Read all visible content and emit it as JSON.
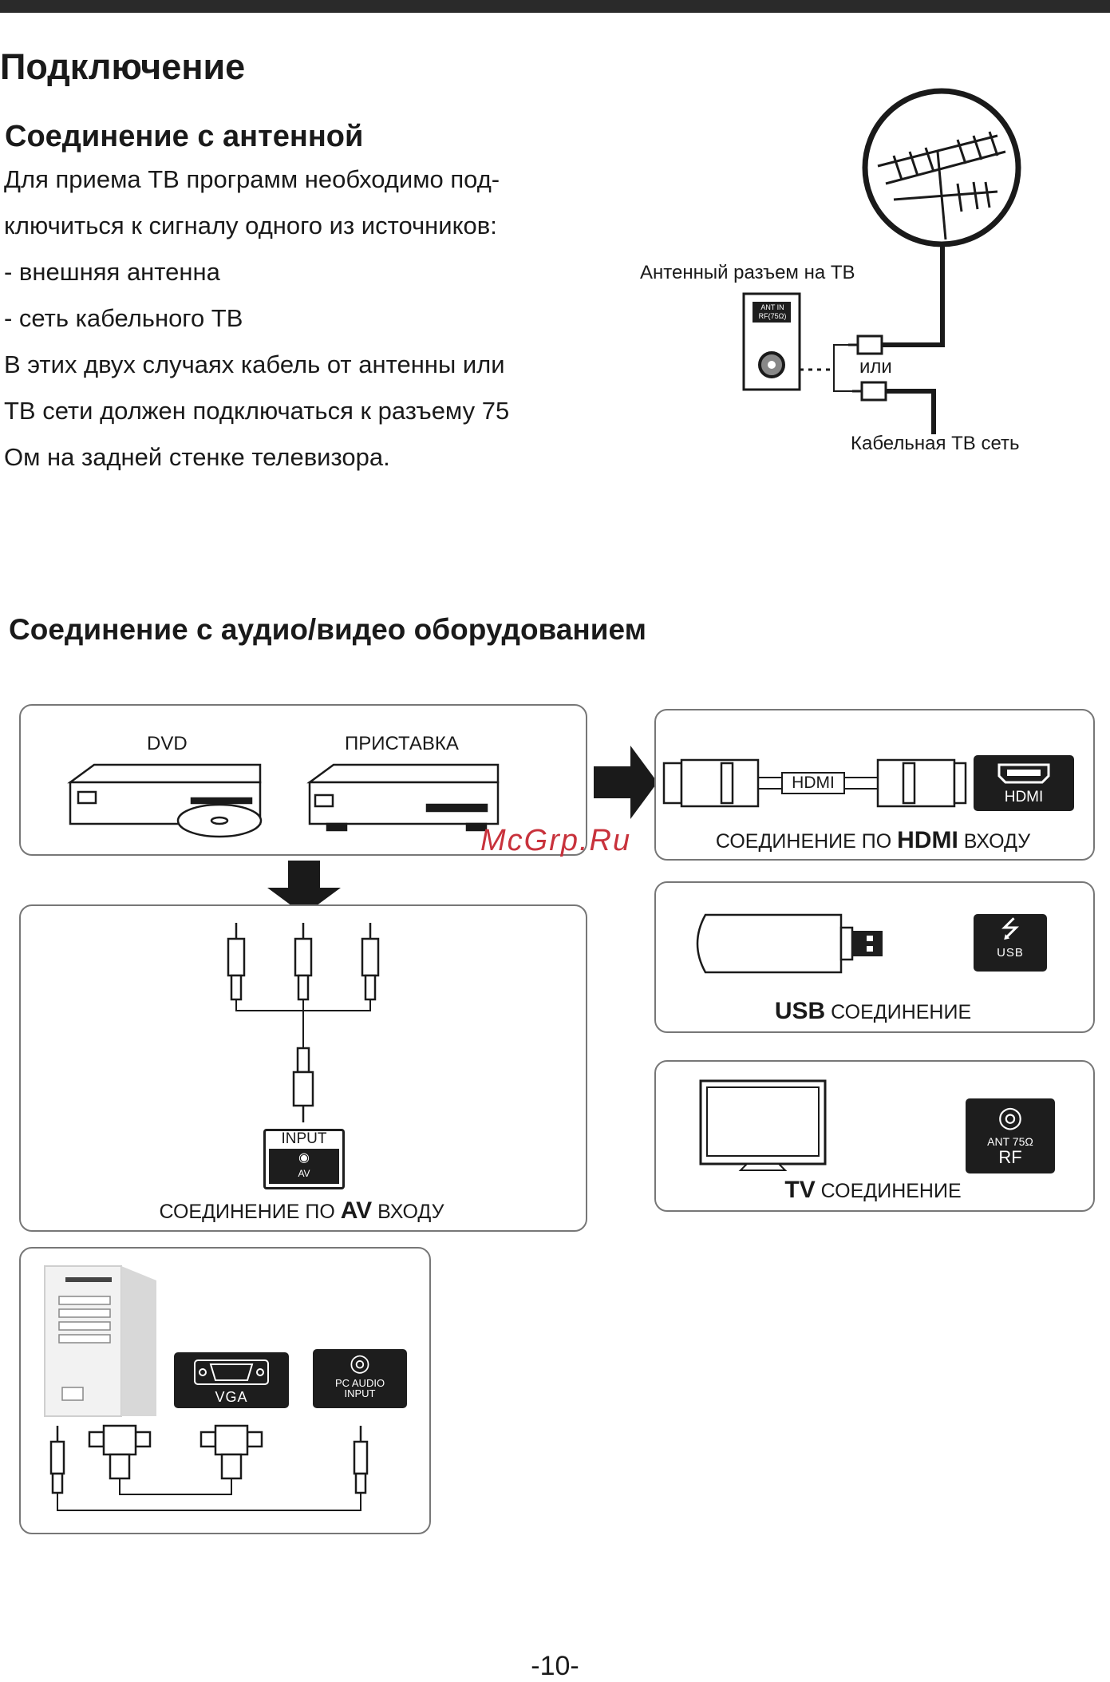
{
  "page": {
    "title": "Подключение",
    "page_number": "-10-",
    "watermark": "McGrp.Ru"
  },
  "antenna": {
    "heading": "Соединение с антенной",
    "lines": [
      "Для приема ТВ программ необходимо под-",
      "ключиться к сигналу одного из источников:",
      "-    внешняя антенна",
      "-    сеть кабельного ТВ",
      "В этих двух случаях кабель от антенны или",
      "ТВ сети должен подключаться к разъему 75",
      "Ом на задней стенке телевизора."
    ],
    "diagram": {
      "jack_label": "Антенный разъем на ТВ",
      "port_label_1": "ANT IN",
      "port_label_2": "RF(75Ω)",
      "or_label": "или",
      "cable_label": "Кабельная ТВ сеть"
    }
  },
  "av": {
    "heading": "Соединение с аудио/видео оборудованием",
    "sources": {
      "dvd_label": "DVD",
      "stb_label": "ПРИСТАВКА"
    },
    "hdmi": {
      "cable_label": "HDMI",
      "port_label": "HDMI",
      "caption_pre": "СОЕДИНЕНИЕ ПО ",
      "caption_bold": "HDMI",
      "caption_post": " ВХОДУ"
    },
    "usb": {
      "port_label": "USB",
      "caption_bold": "USB",
      "caption_post": " СОЕДИНЕНИЕ"
    },
    "tv": {
      "port_label_1": "ANT 75Ω",
      "port_label_2": "RF",
      "caption_bold": "TV",
      "caption_post": " СОЕДИНЕНИЕ"
    },
    "av_input": {
      "port_label_1": "INPUT",
      "port_label_2": "AV",
      "caption_pre": "СОЕДИНЕНИЕ ПО ",
      "caption_bold": "AV",
      "caption_post": " ВХОДУ"
    },
    "pc": {
      "vga_label": "VGA",
      "audio_label_1": "PC AUDIO",
      "audio_label_2": "INPUT"
    }
  }
}
